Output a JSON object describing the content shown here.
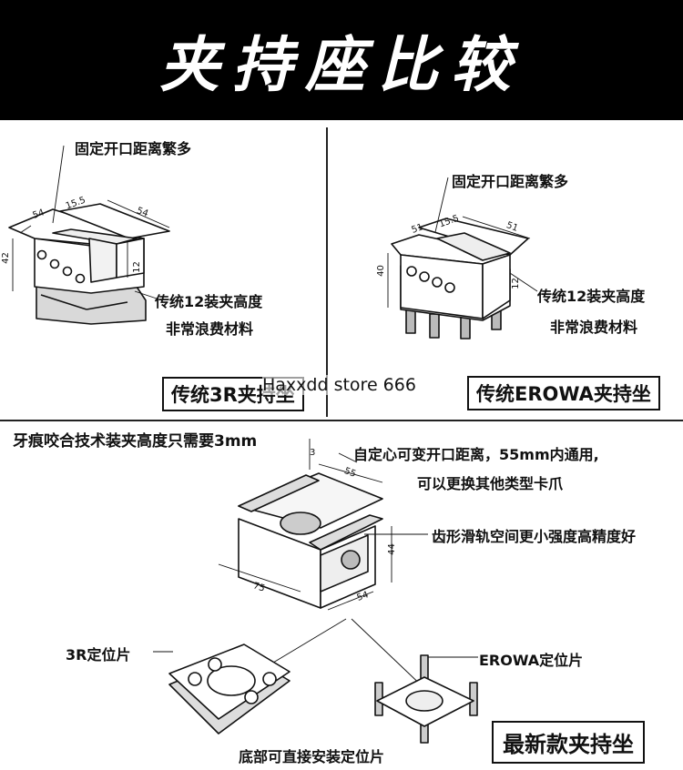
{
  "banner": {
    "title": "夹持座比较"
  },
  "left_panel": {
    "callout_top": "固定开口距离繁多",
    "callout_mid1": "传统12装夹高度",
    "callout_mid2": "非常浪费材料",
    "label": "传统3R夹持坐",
    "dims": {
      "d1": "54",
      "d2": "15.5",
      "d3": "54",
      "d4": "42",
      "d5": "12"
    }
  },
  "right_panel": {
    "callout_top": "固定开口距离繁多",
    "callout_mid1": "传统12装夹高度",
    "callout_mid2": "非常浪费材料",
    "label": "传统EROWA夹持坐",
    "dims": {
      "d1": "51",
      "d2": "15.5",
      "d3": "51",
      "d4": "40",
      "d5": "12"
    }
  },
  "watermark": "Haxxdd store 666",
  "bottom": {
    "note_top": "牙痕咬合技术装夹高度只需要3mm",
    "note_center1": "自定心可变开口距离，55mm内通用,",
    "note_center2": "可以更换其他类型卡爪",
    "note_rail": "齿形滑轨空间更小强度高精度好",
    "label_3r": "3R定位片",
    "label_erowa": "EROWA定位片",
    "label_bottom": "底部可直接安装定位片",
    "label_newest": "最新款夹持坐",
    "dims": {
      "d1": "3",
      "d2": "55",
      "d3": "44",
      "d4": "75",
      "d5": "54"
    }
  }
}
